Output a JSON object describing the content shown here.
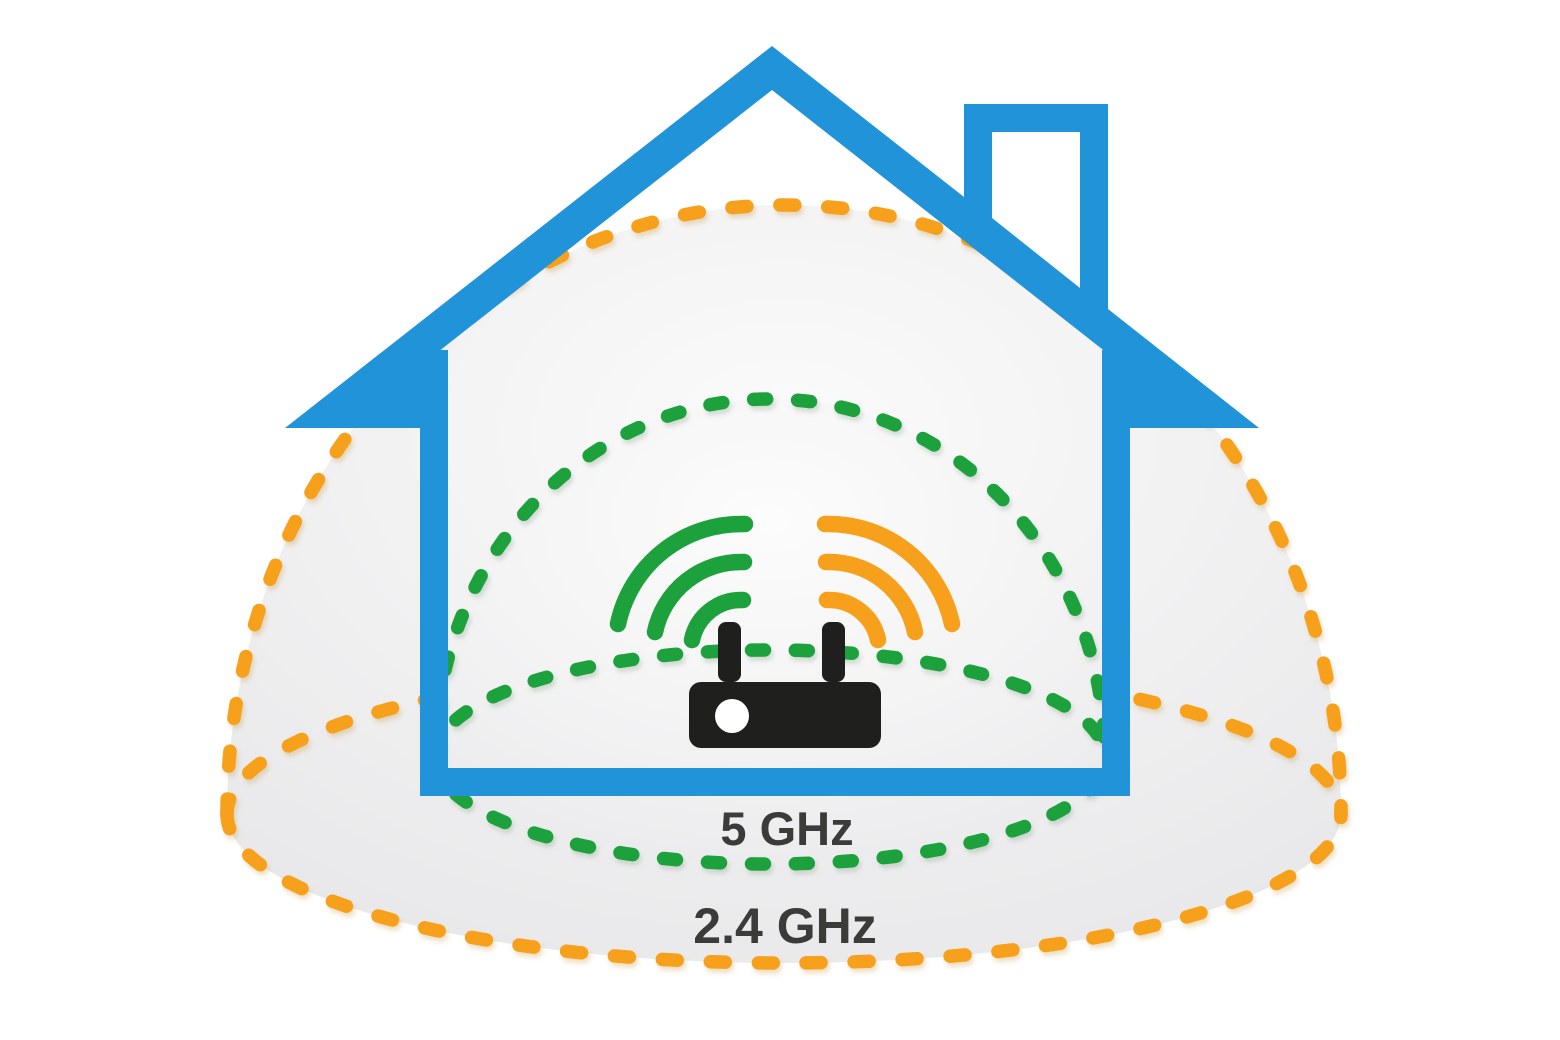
{
  "figure": {
    "description": "Dual-band Wi-Fi router coverage diagram: small 5 GHz range dome inside a house, larger 2.4 GHz range dome extending beyond the house",
    "labels": {
      "five_ghz": "5 GHz",
      "two_four_ghz": "2.4 GHz"
    }
  },
  "colors": {
    "background": "#FFFFFF",
    "house-blue": "#2193D8",
    "wifi-green": "#1CA13C",
    "wifi-orange": "#F7A01B",
    "router-black": "#1F1F1D",
    "led-white": "#FFFFFF",
    "label-gray": "#3B3B3A",
    "dome-gray-light": "#FBFBFB",
    "dome-gray-mid": "#F1F1F2",
    "dome-gray-edge": "#E7E7E9"
  },
  "icons": {
    "house": "house-outline-icon",
    "chimney": "chimney-icon",
    "router": "wifi-router-icon",
    "router_led": "router-led-icon",
    "signal_5ghz": "wifi-signal-green-icon",
    "signal_24ghz": "wifi-signal-orange-icon",
    "range_5ghz": "coverage-dome-5ghz",
    "range_24ghz": "coverage-dome-24ghz"
  }
}
